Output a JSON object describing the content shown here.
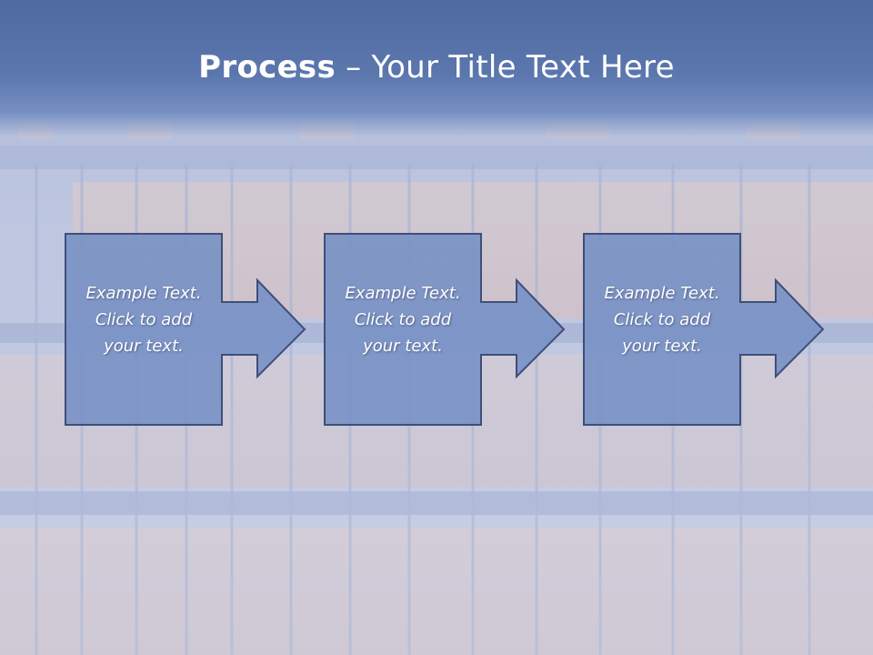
{
  "slide": {
    "title_bold": "Process",
    "title_rest": " – Your Title Text Here",
    "steps": [
      {
        "text": "Example Text.\nClick  to add\nyour text."
      },
      {
        "text": "Example Text.\nClick  to add\nyour text."
      },
      {
        "text": "Example Text.\nClick  to add\nyour text."
      }
    ]
  },
  "colors": {
    "title_band": "#4f6aa1",
    "box_fill": "#7a93c6",
    "box_stroke": "#3e4f78",
    "text": "#ffffff"
  }
}
